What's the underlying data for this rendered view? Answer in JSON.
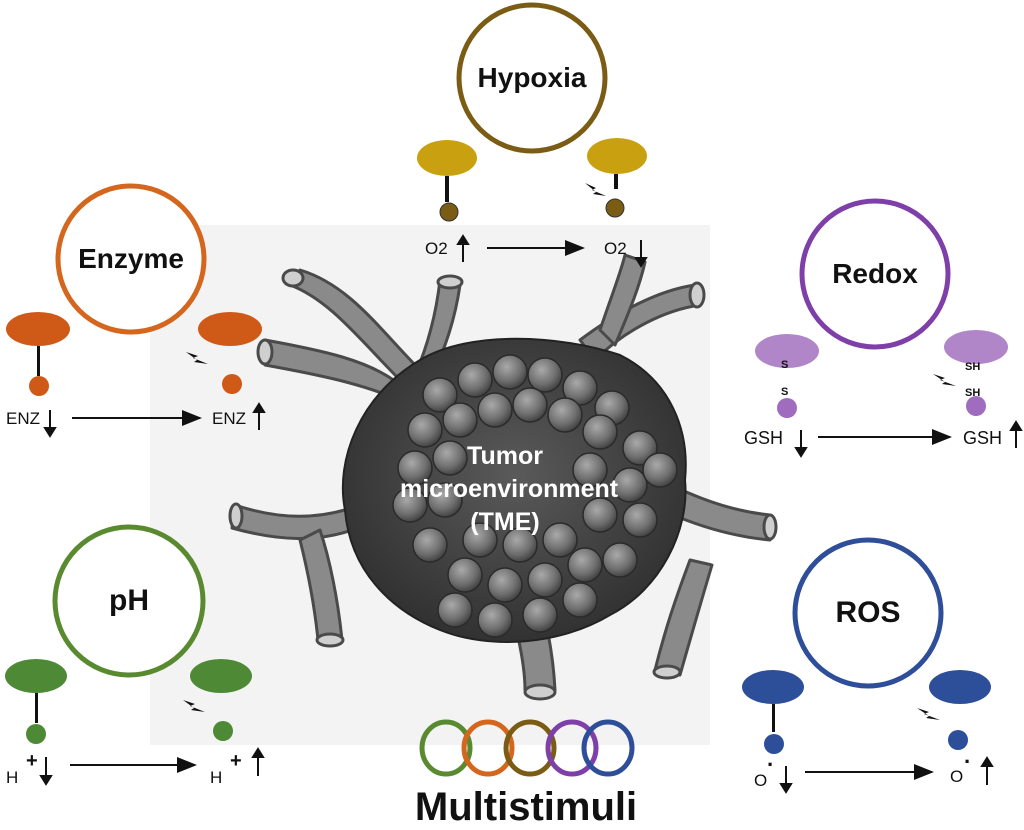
{
  "center": {
    "line1": "Tumor",
    "line2": "microenvironment",
    "line3": "(TME)"
  },
  "footer": {
    "title": "Multistimuli"
  },
  "stimuli": {
    "hypoxia": {
      "title": "Hypoxia",
      "left_label": "O2",
      "right_label": "O2",
      "color": "#7a5c14",
      "carrier_color": "#c9a010"
    },
    "enzyme": {
      "title": "Enzyme",
      "left_label": "ENZ",
      "right_label": "ENZ",
      "color": "#d4661e",
      "carrier_color": "#cf5a17"
    },
    "redox": {
      "title": "Redox",
      "left_label": "GSH",
      "right_label": "GSH",
      "left_bond": [
        "S",
        "S"
      ],
      "right_bond": [
        "SH",
        "SH"
      ],
      "color": "#7e3fa8",
      "carrier_color": "#b086c9"
    },
    "ph": {
      "title": "pH",
      "left_label": "H",
      "right_label": "H",
      "superscript": "+",
      "color": "#5a8a30",
      "carrier_color": "#4e8a35"
    },
    "ros": {
      "title": "ROS",
      "left_label": "O",
      "right_label": "O",
      "superscript": "·",
      "color": "#2e4e9a",
      "carrier_color": "#2d4f9a"
    }
  },
  "rings": [
    "#5a8a30",
    "#d4661e",
    "#7a5c14",
    "#7e3fa8",
    "#2e4e9a"
  ]
}
